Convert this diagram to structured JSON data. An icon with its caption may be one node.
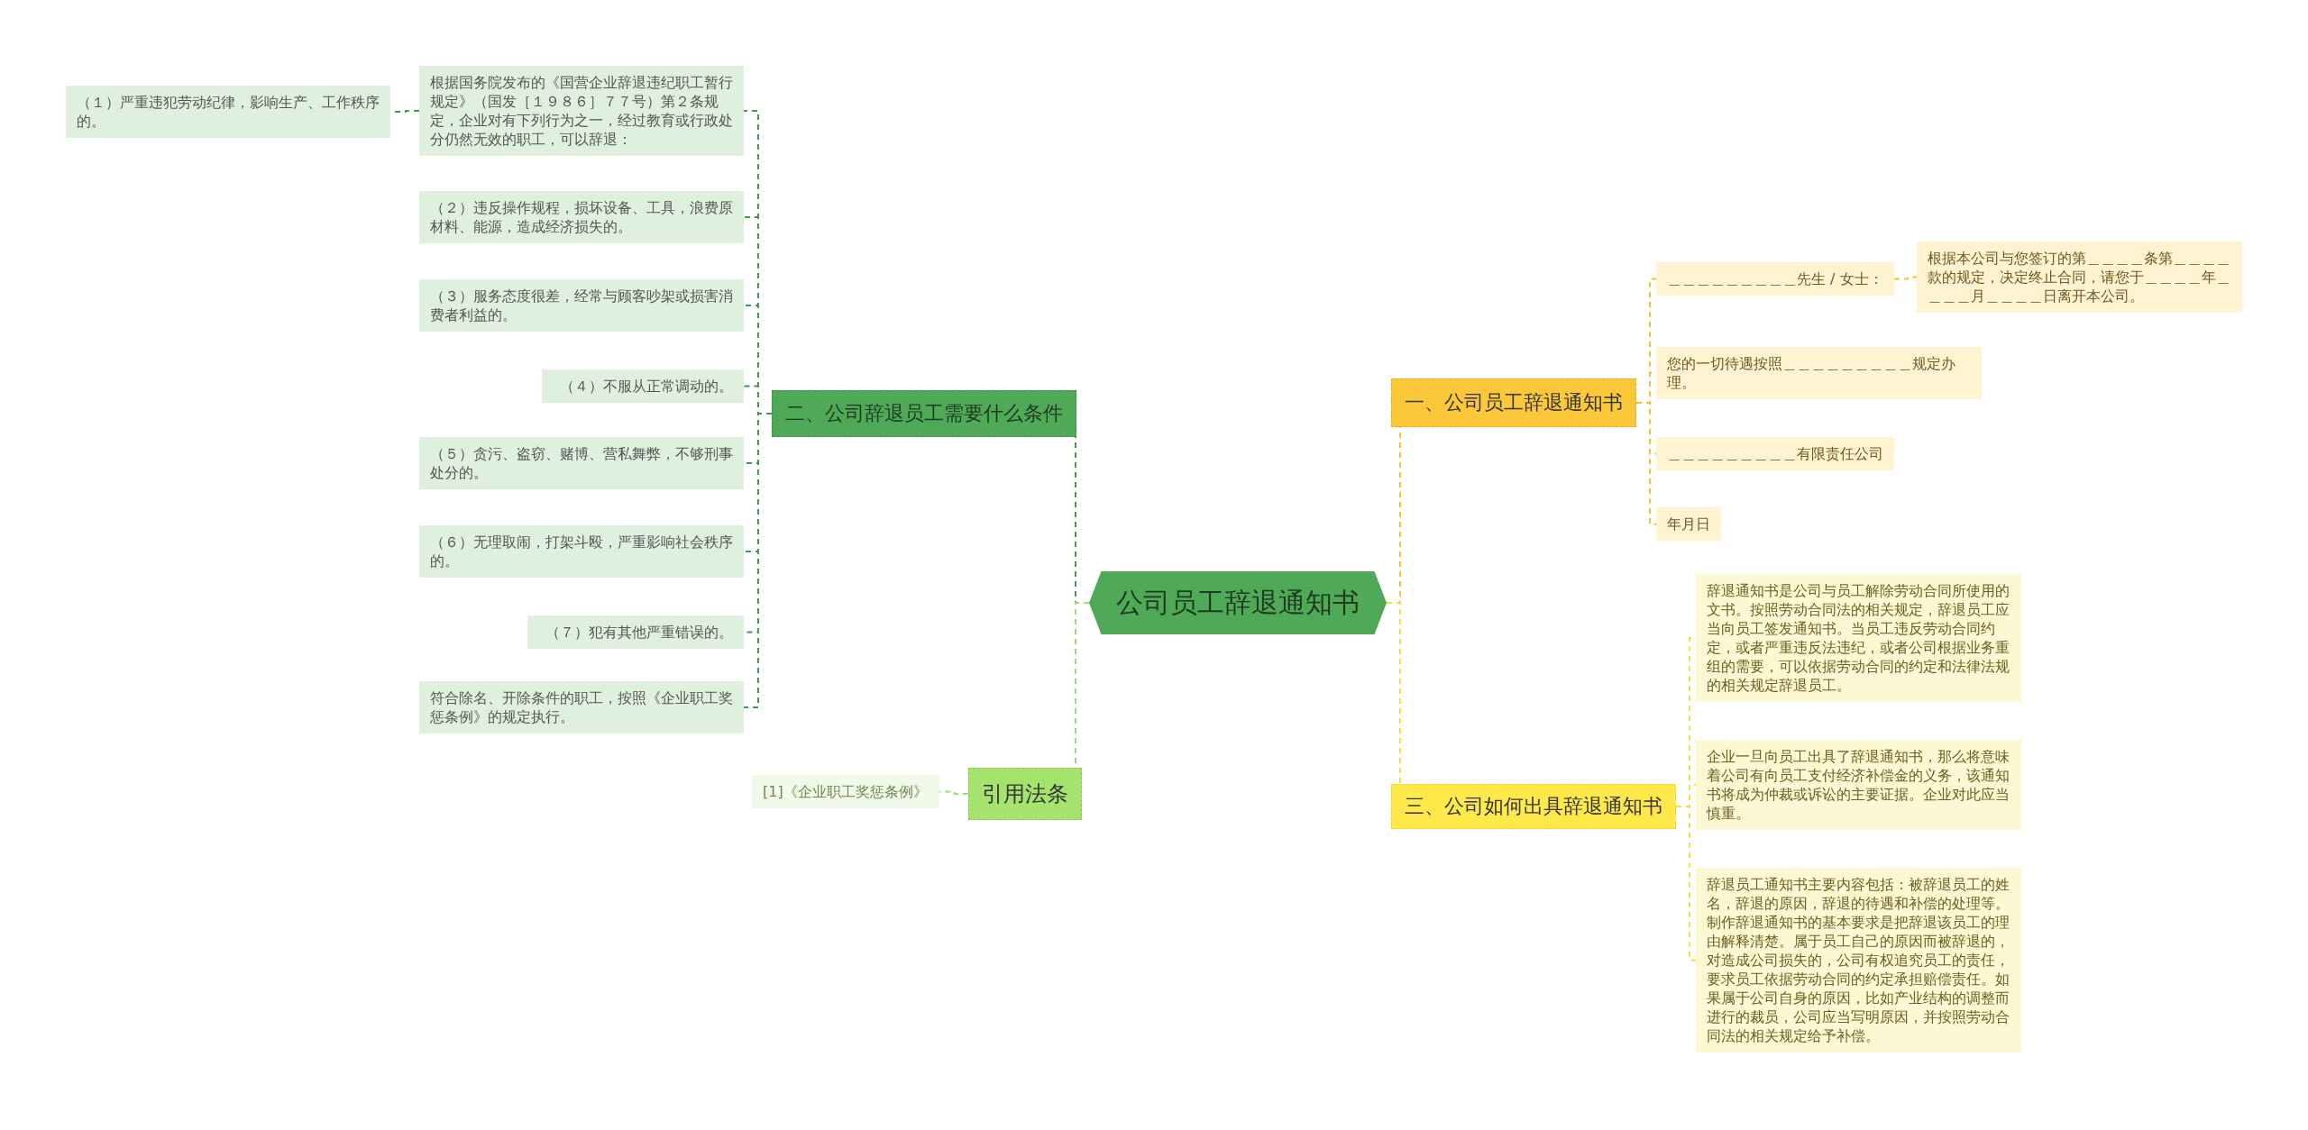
{
  "diagram": {
    "nodes": [
      {
        "text": [
          "公司员工辞退通知书"
        ]
      },
      {
        "text": [
          "一、公司员工辞退通知书"
        ]
      },
      {
        "text": [
          "＿＿＿＿＿＿＿＿＿先生 / 女士："
        ]
      },
      {
        "text": [
          "根据本公司与您签订的第＿＿＿＿条第＿＿＿＿款的规定，决定终止合同，请您于＿＿＿＿年＿＿＿＿月＿＿＿＿日离开本公司。"
        ]
      },
      {
        "text": [
          "您的一切待遇按照＿＿＿＿＿＿＿＿＿规定办理。"
        ]
      },
      {
        "text": [
          "＿＿＿＿＿＿＿＿＿有限责任公司"
        ]
      },
      {
        "text": [
          "年月日"
        ]
      },
      {
        "text": [
          "三、公司如何出具辞退通知书"
        ]
      },
      {
        "text": [
          "辞退通知书是公司与员工解除劳动合同所使用的文书。按照劳动合同法的相关规定，辞退员工应当向员工签发通知书。当员工违反劳动合同约定，或者严重违反法违纪，或者公司根据业务重组的需要，可以依据劳动合同的约定和法律法规的相关规定辞退员工。"
        ]
      },
      {
        "text": [
          "企业一旦向员工出具了辞退通知书，那么将意味着公司有向员工支付经济补偿金的义务，该通知书将成为仲裁或诉讼的主要证据。企业对此应当慎重。"
        ]
      },
      {
        "text": [
          "辞退员工通知书主要内容包括：被辞退员工的姓名，辞退的原因，辞退的待遇和补偿的处理等。制作辞退通知书的基本要求是把辞退该员工的理由解释清楚。属于员工自己的原因而被辞退的，对造成公司损失的，公司有权追究员工的责任，要求员工依据劳动合同的约定承担赔偿责任。如果属于公司自身的原因，比如产业结构的调整而进行的裁员，公司应当写明原因，并按照劳动合同法的相关规定给予补偿。"
        ]
      },
      {
        "text": [
          "二、公司辞退员工需要什么条件"
        ]
      },
      {
        "text": [
          "根据国务院发布的《国营企业辞退违纪职工暂行规定》（国发［１９８６］７７号）第２条规定，企业对有下列行为之一，经过教育或行政处分仍然无效的职工，可以辞退："
        ]
      },
      {
        "text": [
          "（１）严重违犯劳动纪律，影响生产、工作秩序的。"
        ]
      },
      {
        "text": [
          "（２）违反操作规程，损坏设备、工具，浪费原材料、能源，造成经济损失的。"
        ]
      },
      {
        "text": [
          "（３）服务态度很差，经常与顾客吵架或损害消费者利益的。"
        ]
      },
      {
        "text": [
          "（４）不服从正常调动的。"
        ]
      },
      {
        "text": [
          "（５）贪污、盗窃、赌博、营私舞弊，不够刑事处分的。"
        ]
      },
      {
        "text": [
          "（６）无理取闹，打架斗殴，严重影响社会秩序的。"
        ]
      },
      {
        "text": [
          "（７）犯有其他严重错误的。"
        ]
      },
      {
        "text": [
          "符合除名、开除条件的职工，按照《企业职工奖惩条例》的规定执行。"
        ]
      },
      {
        "text": [
          "引用法条"
        ]
      },
      {
        "text": [
          "[1]《企业职工奖惩条例》"
        ]
      }
    ],
    "edges": [
      {
        "from": 0,
        "to": 1,
        "arrow": "none",
        "style": "dashed",
        "color": "#f2c230"
      },
      {
        "from": 1,
        "to": 2,
        "arrow": "none",
        "style": "dashed",
        "color": "#f2c230"
      },
      {
        "from": 2,
        "to": 3,
        "arrow": "none",
        "style": "dashed",
        "color": "#f2c230"
      },
      {
        "from": 1,
        "to": 4,
        "arrow": "none",
        "style": "dashed",
        "color": "#f2c230"
      },
      {
        "from": 1,
        "to": 5,
        "arrow": "none",
        "style": "dashed",
        "color": "#f2c230"
      },
      {
        "from": 1,
        "to": 6,
        "arrow": "none",
        "style": "dashed",
        "color": "#f2c230"
      },
      {
        "from": 0,
        "to": 7,
        "arrow": "none",
        "style": "dashed",
        "color": "#f0e040"
      },
      {
        "from": 7,
        "to": 8,
        "arrow": "none",
        "style": "dashed",
        "color": "#f0e040"
      },
      {
        "from": 7,
        "to": 9,
        "arrow": "none",
        "style": "dashed",
        "color": "#f0e040"
      },
      {
        "from": 7,
        "to": 10,
        "arrow": "none",
        "style": "dashed",
        "color": "#f0e040"
      },
      {
        "from": 0,
        "to": 11,
        "arrow": "none",
        "style": "dashed"
      },
      {
        "from": 11,
        "to": 12,
        "arrow": "none",
        "style": "dashed"
      },
      {
        "from": 12,
        "to": 13,
        "arrow": "none",
        "style": "dashed"
      },
      {
        "from": 11,
        "to": 14,
        "arrow": "none",
        "style": "dashed"
      },
      {
        "from": 11,
        "to": 15,
        "arrow": "none",
        "style": "dashed"
      },
      {
        "from": 11,
        "to": 16,
        "arrow": "none",
        "style": "dashed"
      },
      {
        "from": 11,
        "to": 17,
        "arrow": "none",
        "style": "dashed"
      },
      {
        "from": 11,
        "to": 18,
        "arrow": "none",
        "style": "dashed"
      },
      {
        "from": 11,
        "to": 19,
        "arrow": "none",
        "style": "dashed"
      },
      {
        "from": 11,
        "to": 20,
        "arrow": "none",
        "style": "dashed"
      },
      {
        "from": 0,
        "to": 21,
        "arrow": "none",
        "style": "dashed",
        "color": "#9be06a"
      },
      {
        "from": 21,
        "to": 22,
        "arrow": "none",
        "style": "dashed",
        "color": "#9be06a"
      }
    ]
  }
}
